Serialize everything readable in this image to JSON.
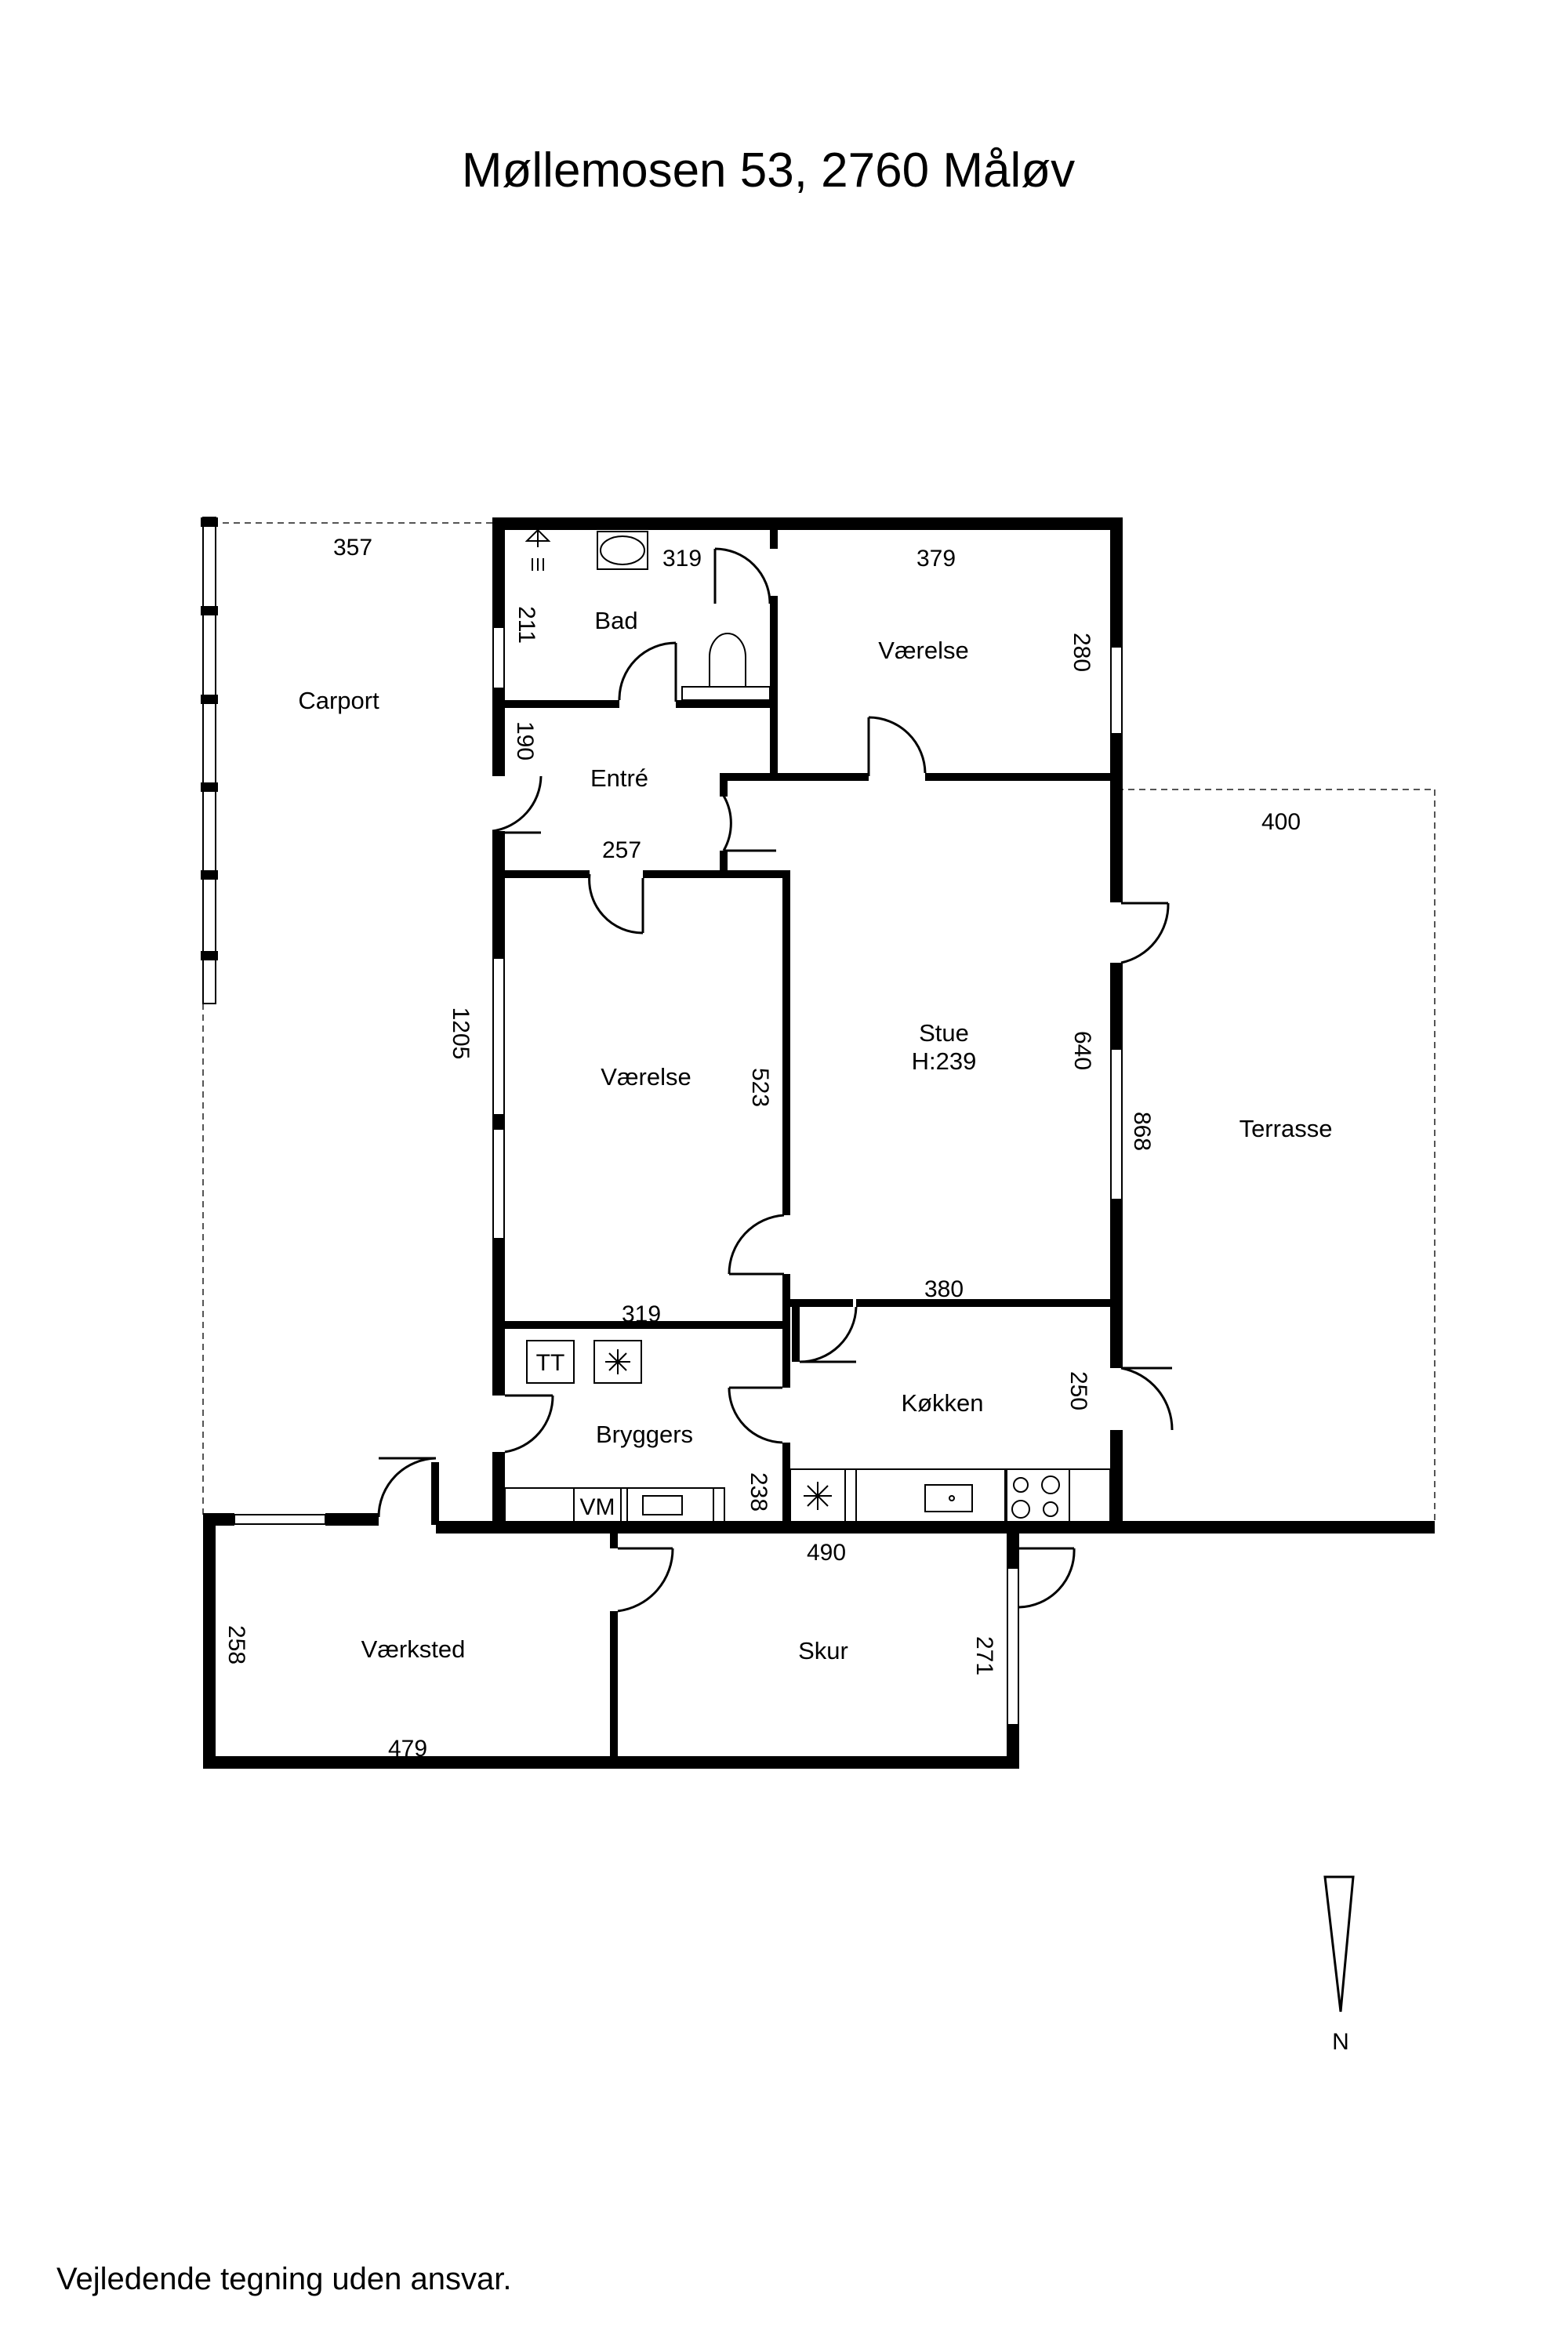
{
  "title": "Møllemosen 53, 2760 Måløv",
  "disclaimer": "Vejledende tegning uden ansvar.",
  "north_label": "N",
  "rooms": {
    "carport": "Carport",
    "bad": "Bad",
    "vaerelse_top": "Værelse",
    "entre": "Entré",
    "stue": "Stue",
    "stue_height": "H:239",
    "vaerelse_mid": "Værelse",
    "terrasse": "Terrasse",
    "bryggers": "Bryggers",
    "kokken": "Køkken",
    "vaerksted": "Værksted",
    "skur": "Skur"
  },
  "dimensions": {
    "carport_width": "357",
    "bad_width": "319",
    "vaerelse_top_width": "379",
    "bad_height": "211",
    "vaerelse_top_height": "280",
    "entre_height": "190",
    "terrasse_width": "400",
    "entre_width": "257",
    "carport_length": "1205",
    "vaerelse_mid_height": "523",
    "stue_height": "640",
    "terrasse_length": "868",
    "vaerelse_mid_width": "319",
    "stue_width": "380",
    "kokken_height": "250",
    "bryggers_height": "238",
    "bottom_width": "490",
    "vaerksted_height": "258",
    "skur_height": "271",
    "vaerksted_width": "479"
  },
  "appliances": {
    "tumbler": "TT",
    "washer": "VM"
  }
}
